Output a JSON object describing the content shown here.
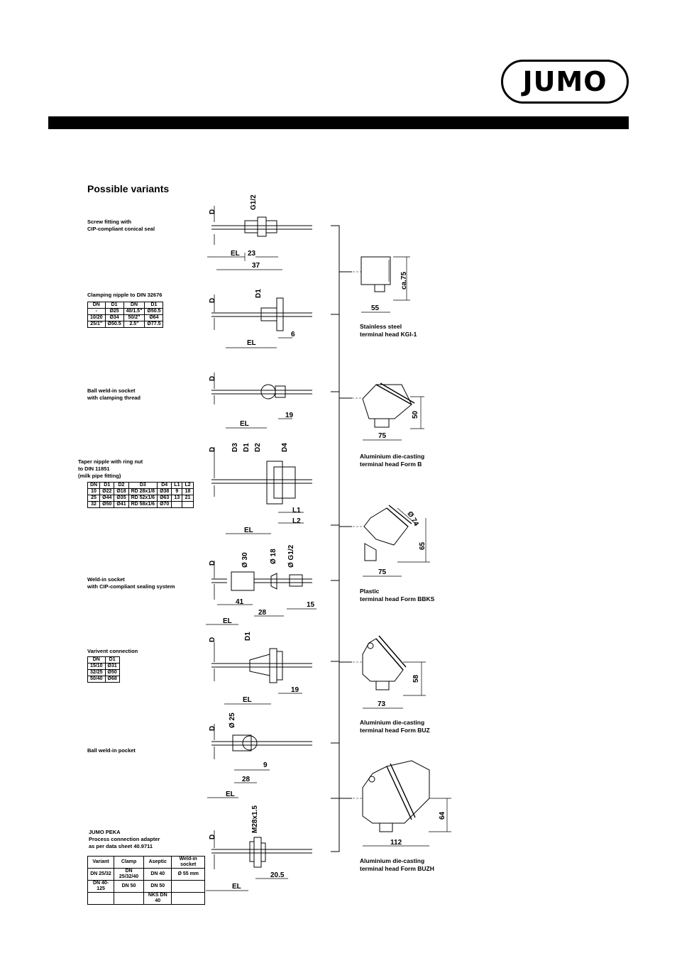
{
  "logo": {
    "text": "JUMO"
  },
  "title": "Possible variants",
  "variants": [
    {
      "label": "Screw fitting with\nCIP-compliant conical seal",
      "dims": [
        "D",
        "G1/2",
        "EL",
        "23",
        "37"
      ]
    },
    {
      "label": "Clamping nipple to DIN 32676",
      "dims": [
        "D",
        "D1",
        "6",
        "EL"
      ],
      "table": {
        "headers": [
          "DN",
          "D1",
          "DN",
          "D1"
        ],
        "rows": [
          [
            "-",
            "Ø25",
            "40/1.5\"",
            "Ø50.5"
          ],
          [
            "10/20",
            "Ø34",
            "50/2\"",
            "Ø64"
          ],
          [
            "25/1\"",
            "Ø50.5",
            "2.5\"",
            "Ø77.5"
          ]
        ]
      }
    },
    {
      "label": "Ball weld-in socket\nwith clamping thread",
      "dims": [
        "D",
        "19",
        "EL"
      ]
    },
    {
      "label": "Taper nipple with ring nut\nto DIN 11851\n(milk pipe fitting)",
      "dims": [
        "D",
        "D3",
        "D1",
        "D2",
        "D4",
        "L1",
        "L2",
        "EL"
      ],
      "table": {
        "headers": [
          "DN",
          "D1",
          "D2",
          "D3",
          "D4",
          "L1",
          "L2"
        ],
        "rows": [
          [
            "10",
            "Ø22",
            "Ø18",
            "RD 28x1/8",
            "Ø38",
            "9",
            "18"
          ],
          [
            "25",
            "Ø44",
            "Ø35",
            "RD 52x1/6",
            "Ø63",
            "13",
            "21"
          ],
          [
            "32",
            "Ø50",
            "Ø41",
            "RD 58x1/6",
            "Ø70",
            "",
            ""
          ]
        ]
      }
    },
    {
      "label": "Weld-in socket\nwith CIP-compliant sealing system",
      "dims": [
        "D",
        "Ø 30",
        "Ø 18",
        "Ø G1/2",
        "41",
        "28",
        "15",
        "EL"
      ]
    },
    {
      "label": "Varivent connection",
      "dims": [
        "D",
        "D1",
        "19",
        "EL"
      ],
      "table": {
        "headers": [
          "DN",
          "D1"
        ],
        "rows": [
          [
            "15/10",
            "Ø31"
          ],
          [
            "32/25",
            "Ø50"
          ],
          [
            "50/40",
            "Ø68"
          ]
        ]
      }
    },
    {
      "label": "Ball weld-in pocket",
      "dims": [
        "D",
        "Ø 25",
        "9",
        "28",
        "EL"
      ]
    },
    {
      "label": "JUMO PEKA\nProcess connection adapter\nas per data sheet 40.9711",
      "dims": [
        "D",
        "M28x1.5",
        "20.5",
        "EL"
      ],
      "table": {
        "headers": [
          "Variant",
          "Clamp",
          "Aseptic",
          "Weld-in socket"
        ],
        "rows": [
          [
            "DN 25/32",
            "DN 25/32/40",
            "DN 40",
            "Ø 55 mm"
          ],
          [
            "DN 40-125",
            "DN 50",
            "DN 50",
            ""
          ],
          [
            "",
            "",
            "NKS DN 40",
            ""
          ]
        ]
      }
    }
  ],
  "heads": [
    {
      "label": "Stainless steel\nterminal head KGI-1",
      "w": "55",
      "h": "ca.75"
    },
    {
      "label": "Aluminium die-casting\nterminal head Form B",
      "w": "75",
      "h": "50"
    },
    {
      "label": "Plastic\nterminal head Form BBKS",
      "w": "75",
      "h": "65",
      "d": "Ø 74"
    },
    {
      "label": "Aluminium die-casting\nterminal head Form BUZ",
      "w": "73",
      "h": "58"
    },
    {
      "label": "Aluminium die-casting\nterminal head Form BUZH",
      "w": "112",
      "h": "64"
    }
  ]
}
